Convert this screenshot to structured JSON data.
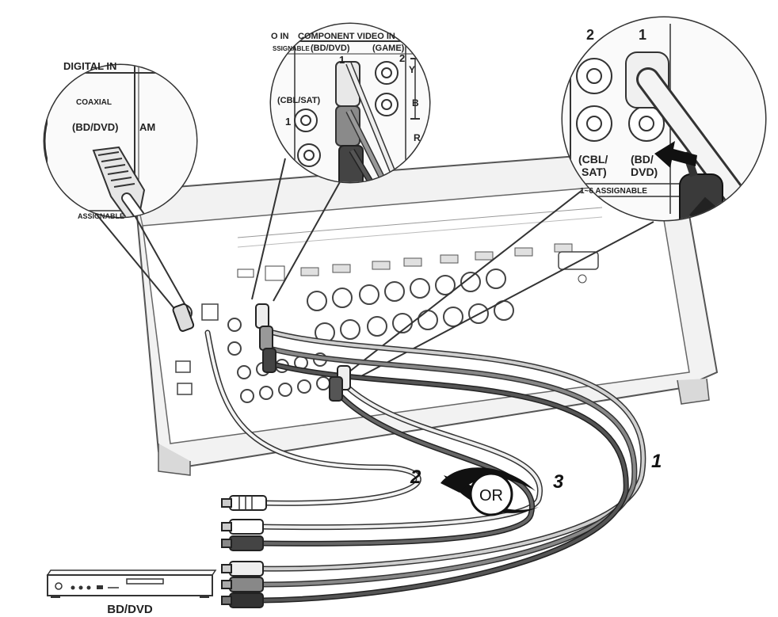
{
  "callouts": {
    "digital_in": {
      "header": "DIGITAL IN",
      "type": "COAXIAL",
      "jack": "(BD/DVD)",
      "side": "AM",
      "footer": "ASSIGNABLE"
    },
    "component": {
      "header_left": "O IN",
      "header": "COMPONENT VIDEO IN",
      "sub": "SSIGNABLE",
      "col1": "(BD/DVD)",
      "col2": "(GAME)",
      "n1": "1",
      "n2": "2",
      "row_y": "Y",
      "row_b": "B",
      "row_r": "R",
      "cbl": "(CBL/SAT)",
      "n_bottom": "1"
    },
    "hdmi": {
      "n2": "2",
      "n1": "1",
      "cbl": "(CBL/",
      "cbl2": "SAT)",
      "bd": "(BD/",
      "bd2": "DVD)",
      "footer": "1~6 ASSIGNABLE"
    }
  },
  "cables": {
    "c1": "1",
    "c2": "2",
    "c3": "3",
    "or": "OR"
  },
  "device": {
    "label": "BD/DVD"
  }
}
